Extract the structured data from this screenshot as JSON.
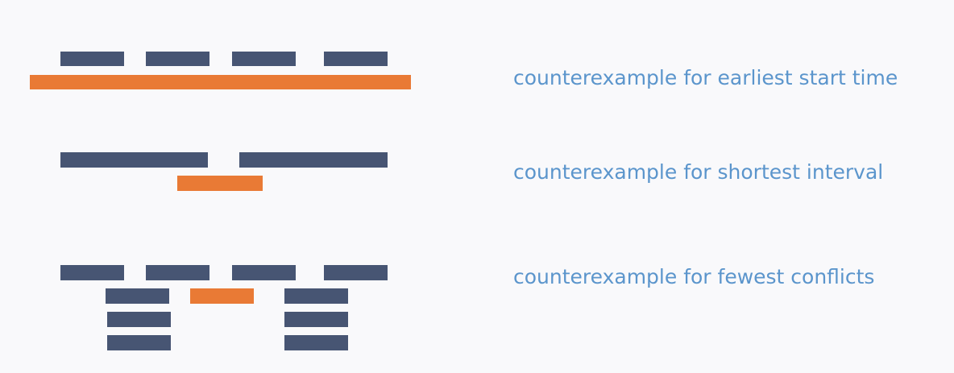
{
  "colors": {
    "dark_interval": "#475573",
    "highlight_interval": "#e97a35",
    "caption_text": "#5b95cc",
    "background": "#f9f9fb"
  },
  "captions": {
    "earliest_start": "counterexample for earliest start time",
    "shortest_interval": "counterexample for shortest interval",
    "fewest_conflicts": "counterexample for fewest conflicts"
  }
}
